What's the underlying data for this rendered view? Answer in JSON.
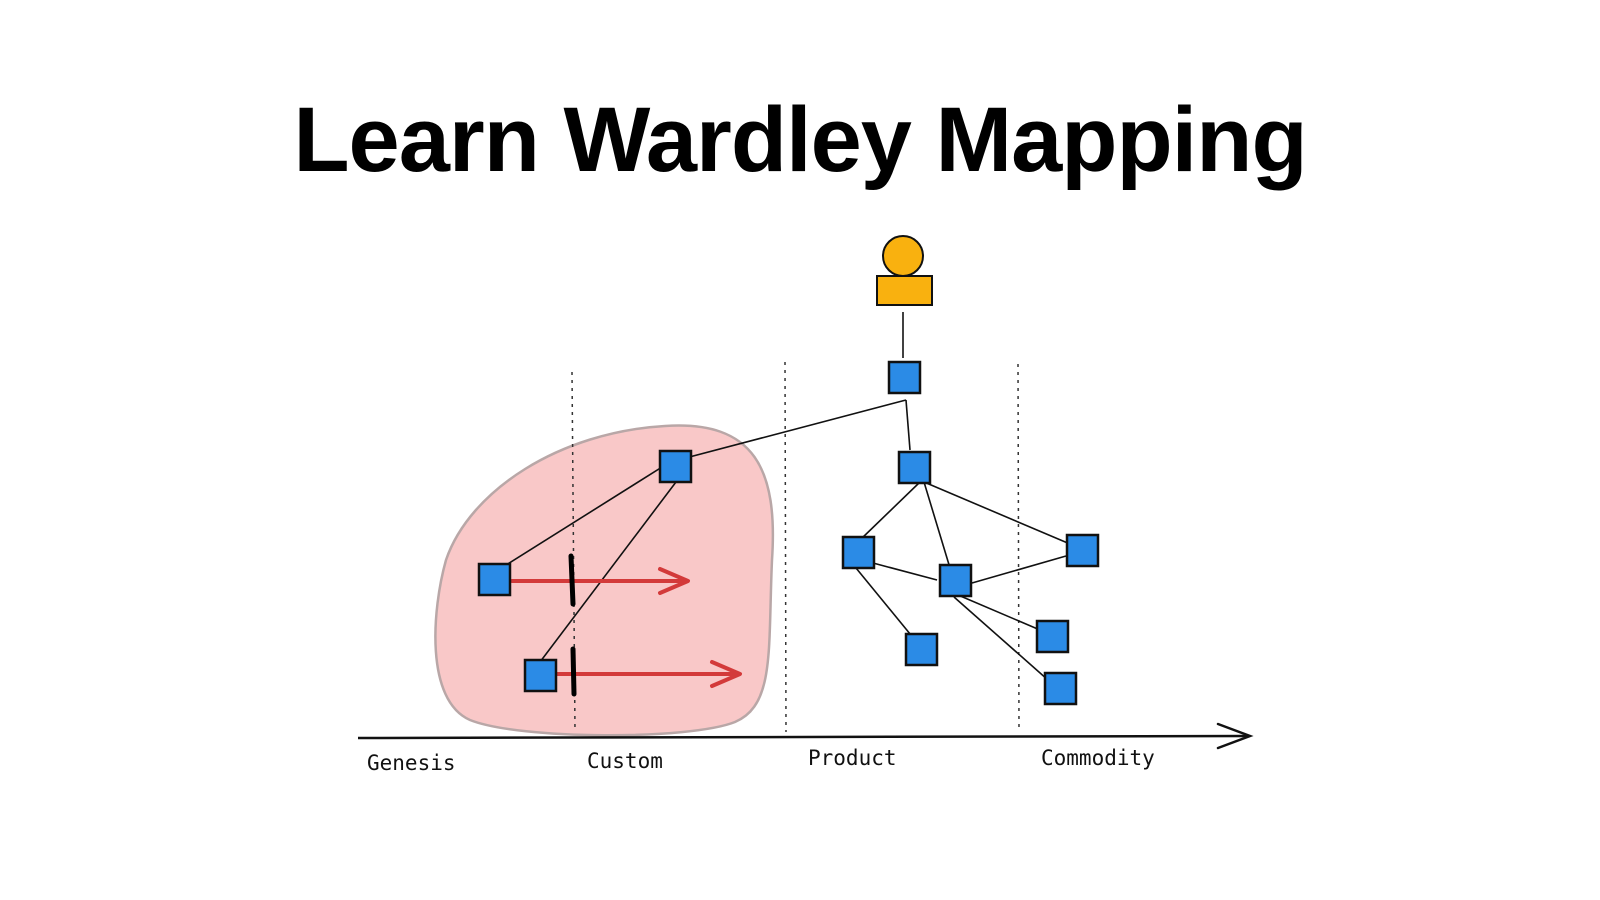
{
  "title": "Learn Wardley Mapping",
  "evolution_stages": [
    "Genesis",
    "Custom",
    "Product",
    "Commodity"
  ],
  "colors": {
    "component": "#2b8be6",
    "user": "#f9b10f",
    "highlight_region": "#f9c8c8",
    "movement_arrow": "#d33a3a",
    "line": "#111111"
  },
  "icons": {
    "user": "user-icon",
    "component": "component-square",
    "movement": "evolution-arrow",
    "inertia": "inertia-bar"
  }
}
